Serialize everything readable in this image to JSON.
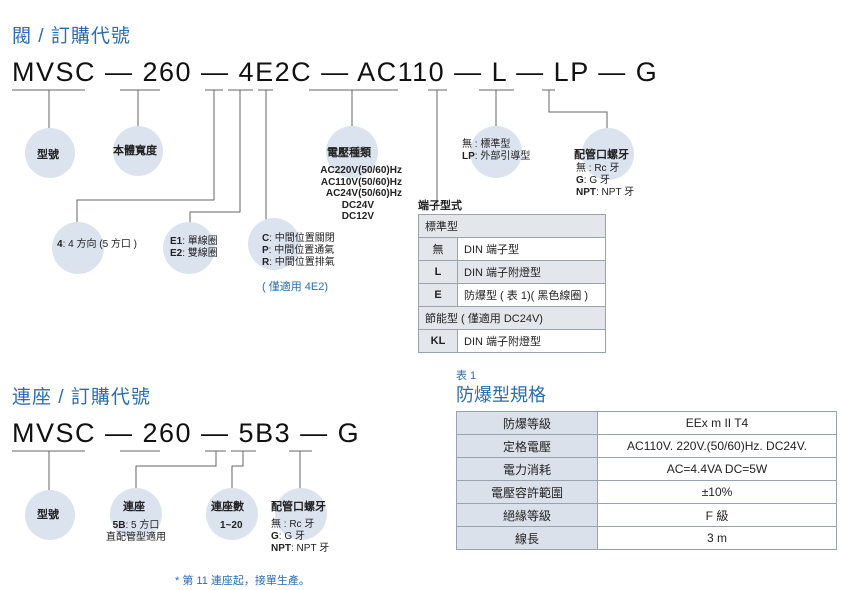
{
  "sec1": {
    "title": "閥 / 訂購代號",
    "code": "MVSC — 260 — 4E2C — AC110 — L — LP — G",
    "labels": {
      "model": "型號",
      "body_width": "本體寬度",
      "voltage": "電壓種類",
      "terminal": "端子型式",
      "port_thread": "配管口螺牙"
    },
    "voltage_options": [
      "AC220V(50/60)Hz",
      "AC110V(50/60)Hz",
      "AC24V(50/60)Hz",
      "DC24V",
      "DC12V"
    ],
    "terminal_lp": {
      "none": "無 : 標準型",
      "lp_key": "LP",
      "lp_val": ": 外部引導型"
    },
    "thread": {
      "none": "無 : Rc 牙",
      "g_key": "G",
      "g_val": ": G 牙",
      "npt_key": "NPT",
      "npt_val": ": NPT 牙"
    },
    "direction": {
      "key": "4",
      "val": ": 4 方向 (5 方口 )"
    },
    "coil": {
      "e1_key": "E1",
      "e1_val": ": 單線圈",
      "e2_key": "E2",
      "e2_val": ": 雙線圈"
    },
    "center": {
      "c_key": "C",
      "c_val": ": 中間位置關閉",
      "p_key": "P",
      "p_val": ": 中間位置通氣",
      "r_key": "R",
      "r_val": ": 中間位置排氣",
      "note": "( 僅適用 4E2)"
    }
  },
  "terminal_table": {
    "group1": "標準型",
    "rows1": [
      {
        "code": "無",
        "desc": "DIN 端子型"
      },
      {
        "code": "L",
        "desc": "DIN 端子附燈型"
      },
      {
        "code": "E",
        "desc": "防爆型 ( 表 1)( 黑色線圈 )"
      }
    ],
    "group2": "節能型 ( 僅適用 DC24V)",
    "rows2": [
      {
        "code": "KL",
        "desc": "DIN 端子附燈型"
      }
    ]
  },
  "sec2": {
    "title": "連座 / 訂購代號",
    "code": "MVSC — 260 — 5B3 — G",
    "labels": {
      "model": "型號",
      "base": "連座",
      "count": "連座數",
      "port_thread": "配管口螺牙"
    },
    "base_desc": {
      "key": "5B",
      "val": ": 5 方口",
      "line2": "直配管型適用"
    },
    "count_range": "1~20",
    "thread": {
      "none": "無 : Rc 牙",
      "g_key": "G",
      "g_val": ": G 牙",
      "npt_key": "NPT",
      "npt_val": ": NPT 牙"
    },
    "footnote": "* 第 11 連座起，接單生產。"
  },
  "spec": {
    "table_no": "表 1",
    "title": "防爆型規格",
    "rows": [
      {
        "k": "防爆等級",
        "v": "EEx m II T4"
      },
      {
        "k": "定格電壓",
        "v": "AC110V. 220V.(50/60)Hz. DC24V."
      },
      {
        "k": "電力消耗",
        "v": "AC=4.4VA  DC=5W"
      },
      {
        "k": "電壓容許範圍",
        "v": "±10%"
      },
      {
        "k": "絕緣等級",
        "v": "F 級"
      },
      {
        "k": "線長",
        "v": "3 m"
      }
    ]
  },
  "colors": {
    "title_blue": "#2a6db0",
    "bubble": "#dbe3ef",
    "header_gray": "#dbe1ea"
  }
}
